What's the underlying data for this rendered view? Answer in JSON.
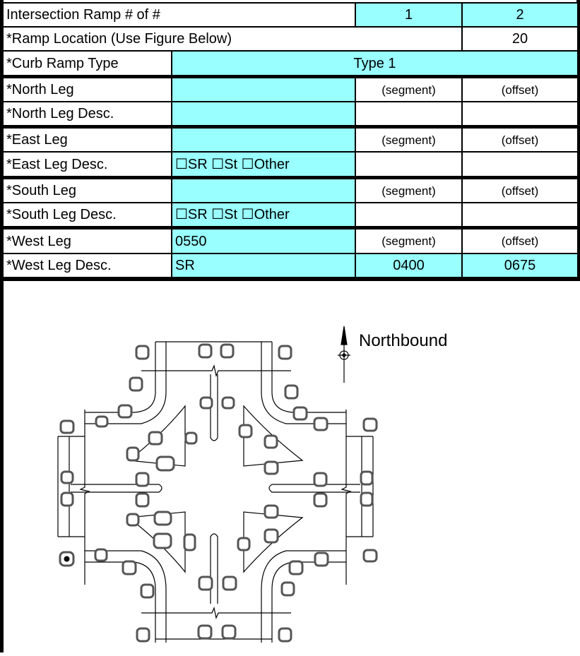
{
  "form": {
    "rows": [
      {
        "label": "Intersection Ramp # of #",
        "col1": "1",
        "col2": "2"
      },
      {
        "label": "*Ramp Location (Use Figure Below)",
        "value": "20"
      },
      {
        "label": "*Curb Ramp Type",
        "value": "Type 1"
      },
      {
        "label": "*North Leg",
        "value": "",
        "segment": "(segment)",
        "offset": "(offset)"
      },
      {
        "label": "*North Leg Desc.",
        "value": "",
        "segment": "",
        "offset": ""
      },
      {
        "label": "*East Leg",
        "value": "",
        "segment": "(segment)",
        "offset": "(offset)"
      },
      {
        "label": "*East Leg Desc.",
        "value": "☐SR ☐St ☐Other",
        "segment": "",
        "offset": ""
      },
      {
        "label": "*South Leg",
        "value": "",
        "segment": "(segment)",
        "offset": "(offset)"
      },
      {
        "label": "*South Leg Desc.",
        "value": "☐SR ☐St ☐Other",
        "segment": "",
        "offset": ""
      },
      {
        "label": "*West Leg",
        "value": "0550",
        "segment": "(segment)",
        "offset": "(offset)"
      },
      {
        "label": "*West Leg Desc.",
        "value": "SR",
        "segment": "0400",
        "offset": "0675"
      }
    ]
  },
  "figure": {
    "compass_label": "Northbound",
    "compass_icon": "north-arrow-icon",
    "selected_ramp": "20"
  },
  "colors": {
    "input_fill": "#99ffff",
    "border": "#000000"
  }
}
